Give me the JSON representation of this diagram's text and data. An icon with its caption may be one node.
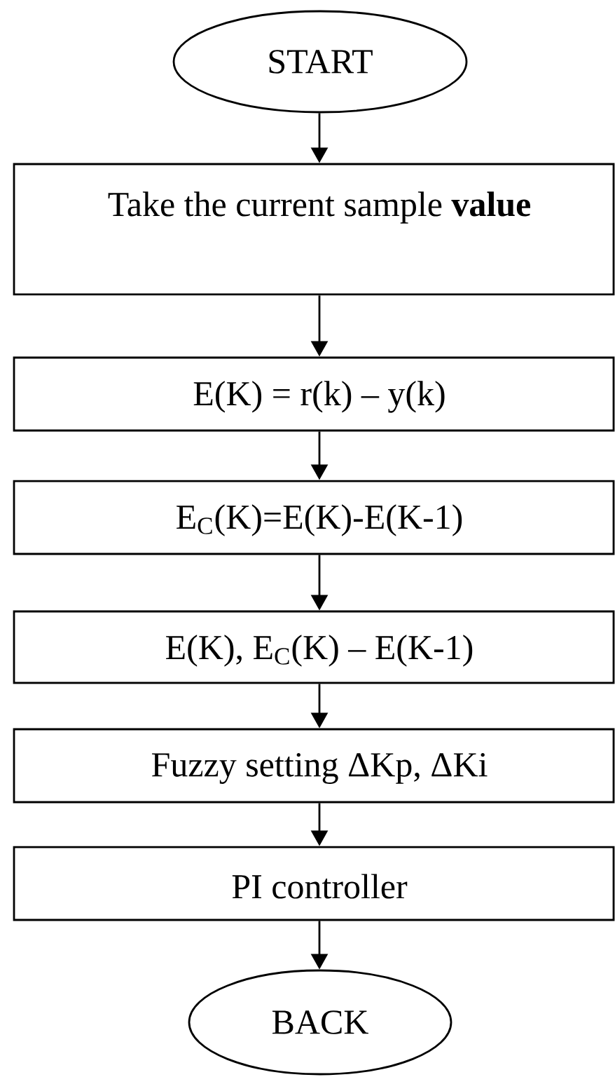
{
  "diagram": {
    "nodes": [
      {
        "text": [
          "START"
        ]
      },
      {
        "text": [
          "Take the current sample **value**"
        ]
      },
      {
        "text": [
          "E(K) = r(k) – y(k)"
        ]
      },
      {
        "text": [
          "E$_{C}$(K)=E(K)-E(K-1)"
        ]
      },
      {
        "text": [
          "E(K), E$_{C}$(K) – E(K-1)"
        ]
      },
      {
        "text": [
          "Fuzzy setting ΔKp, ΔKi"
        ]
      },
      {
        "text": [
          "PI controller"
        ]
      },
      {
        "text": [
          "BACK"
        ]
      }
    ],
    "edges": [
      {
        "from": 0,
        "to": 1,
        "arrow": "to"
      },
      {
        "from": 1,
        "to": 2,
        "arrow": "to"
      },
      {
        "from": 2,
        "to": 3,
        "arrow": "to"
      },
      {
        "from": 3,
        "to": 4,
        "arrow": "to"
      },
      {
        "from": 4,
        "to": 5,
        "arrow": "to"
      },
      {
        "from": 5,
        "to": 6,
        "arrow": "to"
      },
      {
        "from": 6,
        "to": 7,
        "arrow": "to"
      }
    ]
  }
}
